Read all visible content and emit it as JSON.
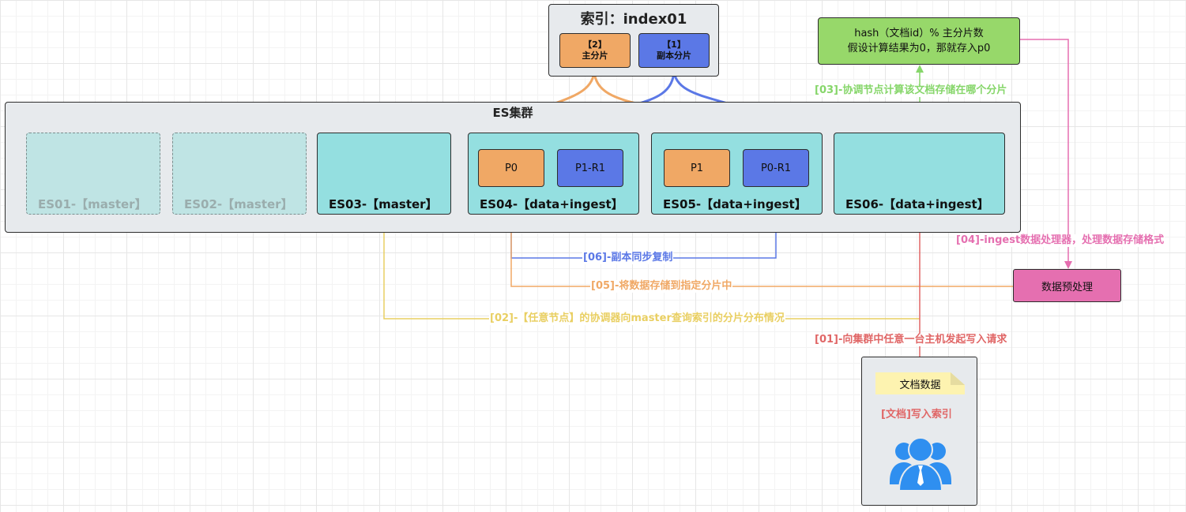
{
  "index_panel": {
    "title": "索引：index01",
    "primary": {
      "line1": "【2】",
      "line2": "主分片"
    },
    "replica": {
      "line1": "【1】",
      "line2": "副本分片"
    }
  },
  "cluster": {
    "title": "ES集群",
    "nodes": [
      {
        "label": "ES01-【master】"
      },
      {
        "label": "ES02-【master】"
      },
      {
        "label": "ES03-【master】"
      },
      {
        "label": "ES04-【data+ingest】",
        "shards": [
          "P0",
          "P1-R1"
        ]
      },
      {
        "label": "ES05-【data+ingest】",
        "shards": [
          "P1",
          "P0-R1"
        ]
      },
      {
        "label": "ES06-【data+ingest】"
      }
    ]
  },
  "hash_box": {
    "line1": "hash（文档id）% 主分片数",
    "line2": "假设计算结果为0，那就存入p0"
  },
  "preprocess_box": {
    "label": "数据预处理"
  },
  "client": {
    "doc_label": "文档数据",
    "write_label": "[文档]写入索引",
    "icon": "users-icon"
  },
  "steps": {
    "s01": "[01]-向集群中任意一台主机发起写入请求",
    "s02": "[02]-【任意节点】的协调器向master查询索引的分片分布情况",
    "s03": "[03]-协调节点计算该文档存储在哪个分片",
    "s04": "[04]-ingest数据处理器，处理数据存储格式",
    "s05": "[05]-将数据存储到指定分片中",
    "s06": "[06]-副本同步复制"
  },
  "colors": {
    "primary": "#f0a865",
    "replica": "#5b78e6",
    "s01": "#e06666",
    "s02": "#e9cf62",
    "s03": "#86d66a",
    "s04": "#e56fb0",
    "s05": "#f0a865",
    "s06": "#5b78e6",
    "hash_fill": "#97d86a",
    "preprocess_fill": "#e56fb0",
    "user_icon": "#2f8ff0"
  }
}
